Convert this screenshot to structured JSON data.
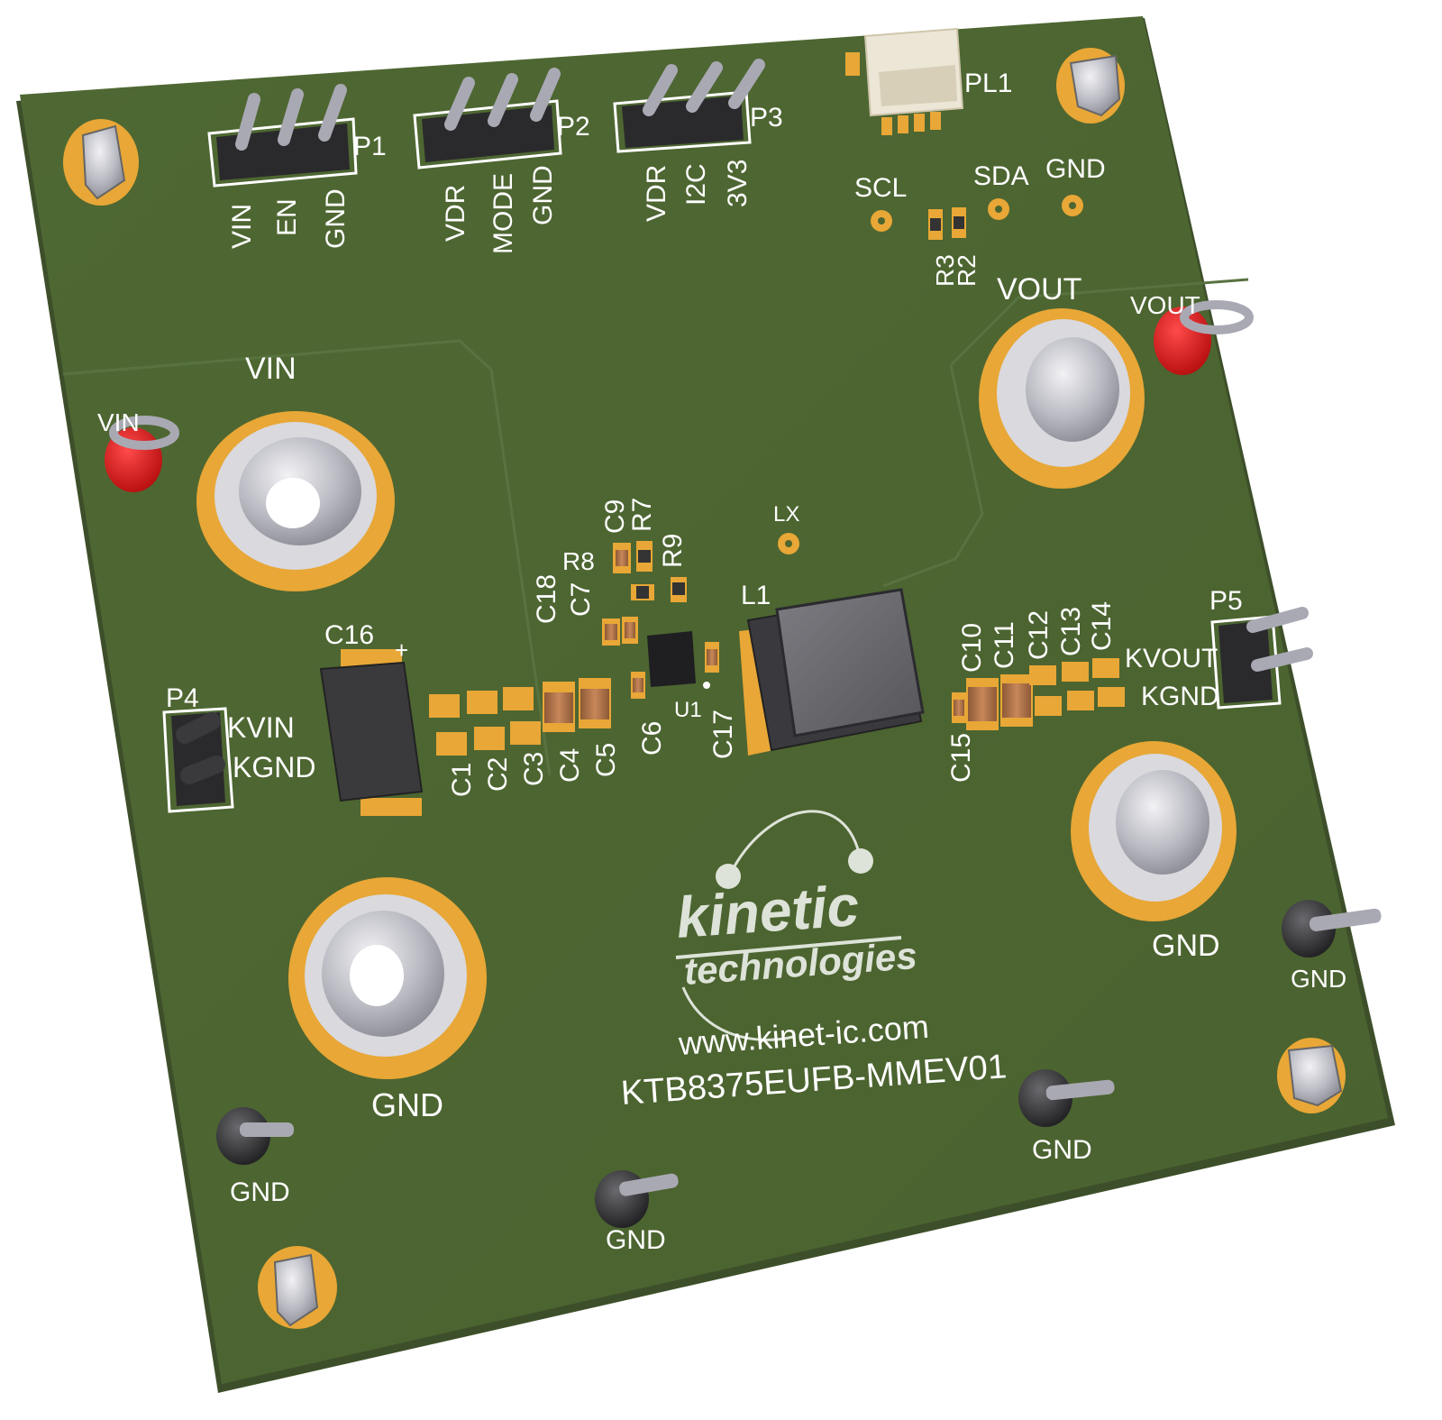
{
  "board": {
    "pcb_color": "#4d6531",
    "pad_color": "#e8a736",
    "silk_color": "#ffffff",
    "logo_color": "#dde3d8",
    "id_text": "KTB8375EUFB-MMEV01",
    "website": "www.kinet-ic.com",
    "logo": {
      "line1": "kinetic",
      "line2": "technologies",
      "mark": "."
    }
  },
  "headers": {
    "p1": {
      "ref": "P1",
      "pins": [
        "VIN",
        "EN",
        "GND"
      ]
    },
    "p2": {
      "ref": "P2",
      "pins": [
        "VDR",
        "MODE",
        "GND"
      ]
    },
    "p3": {
      "ref": "P3",
      "pins": [
        "VDR",
        "I2C",
        "3V3"
      ]
    },
    "p4": {
      "ref": "P4",
      "pins": [
        "KVIN",
        "KGND"
      ]
    },
    "p5": {
      "ref": "P5",
      "pins": [
        "KVOUT",
        "KGND"
      ]
    }
  },
  "connector": {
    "ref": "PL1"
  },
  "test_points": {
    "scl": "SCL",
    "sda": "SDA",
    "gnd": "GND",
    "lx": "LX"
  },
  "terminals": {
    "vin": "VIN",
    "vout": "VOUT",
    "gnd_left": "GND",
    "gnd_right": "GND"
  },
  "test_posts": {
    "vin": "VIN",
    "vout": "VOUT",
    "gnd_1": "GND",
    "gnd_2": "GND",
    "gnd_3": "GND",
    "gnd_4": "GND"
  },
  "components": {
    "c1": "C1",
    "c2": "C2",
    "c3": "C3",
    "c4": "C4",
    "c5": "C5",
    "c6": "C6",
    "c7": "C7",
    "c9": "C9",
    "c10": "C10",
    "c11": "C11",
    "c12": "C12",
    "c13": "C13",
    "c14": "C14",
    "c15": "C15",
    "c16": "C16",
    "c16_polarity": "+",
    "c17": "C17",
    "c18": "C18",
    "r2": "R2",
    "r3": "R3",
    "r7": "R7",
    "r8": "R8",
    "r9": "R9",
    "u1": "U1",
    "l1": "L1"
  }
}
